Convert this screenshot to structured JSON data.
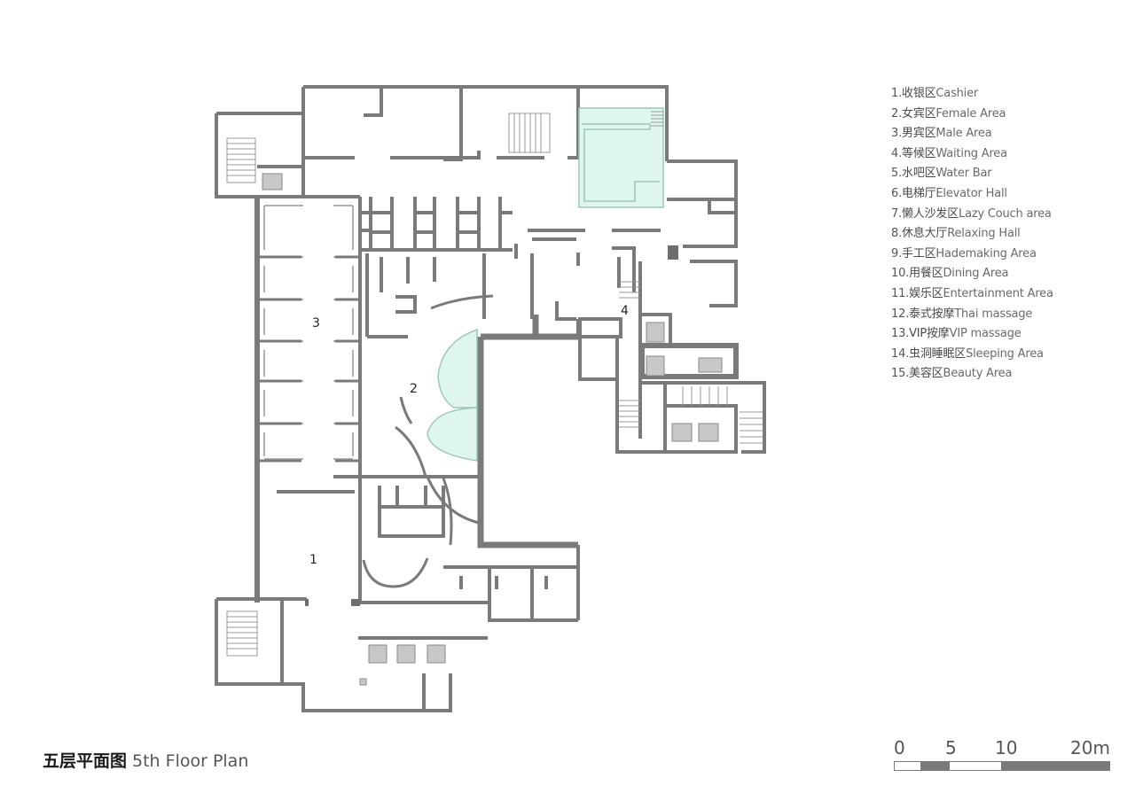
{
  "title": {
    "cn": "五层平面图",
    "en": "5th Floor Plan"
  },
  "legend": [
    {
      "num": "1.",
      "cn": "收银区",
      "en": "Cashier"
    },
    {
      "num": "2.",
      "cn": "女宾区",
      "en": "Female Area"
    },
    {
      "num": "3.",
      "cn": "男宾区",
      "en": "Male Area"
    },
    {
      "num": "4.",
      "cn": "等候区",
      "en": "Waiting Area"
    },
    {
      "num": "5.",
      "cn": "水吧区",
      "en": "Water Bar"
    },
    {
      "num": "6.",
      "cn": "电梯厅",
      "en": "Elevator Hall"
    },
    {
      "num": "7.",
      "cn": "懒人沙发区",
      "en": "Lazy Couch area"
    },
    {
      "num": "8.",
      "cn": "休息大厅",
      "en": "Relaxing Hall"
    },
    {
      "num": "9.",
      "cn": "手工区",
      "en": "Hademaking Area"
    },
    {
      "num": "10.",
      "cn": "用餐区",
      "en": "Dining Area"
    },
    {
      "num": "11.",
      "cn": "娱乐区",
      "en": "Entertainment Area"
    },
    {
      "num": "12.",
      "cn": "泰式按摩",
      "en": "Thai massage"
    },
    {
      "num": "13.",
      "cn": "VIP按摩",
      "en": "VIP massage"
    },
    {
      "num": "14.",
      "cn": "虫洞睡眠区",
      "en": "Sleeping Area"
    },
    {
      "num": "15.",
      "cn": "美容区",
      "en": "Beauty Area"
    }
  ],
  "room_labels": {
    "r1": "1",
    "r2": "2",
    "r3": "3",
    "r4": "4"
  },
  "scale_bar": {
    "labels": [
      "0",
      "5",
      "10",
      "20m"
    ],
    "unit": "m"
  },
  "colors": {
    "wall": "#7a7a7a",
    "thin_wall": "#a8a8a8",
    "pool": "#dff6ec",
    "pool_edge": "#9cc9b4",
    "elevator": "#c8c8c8"
  }
}
